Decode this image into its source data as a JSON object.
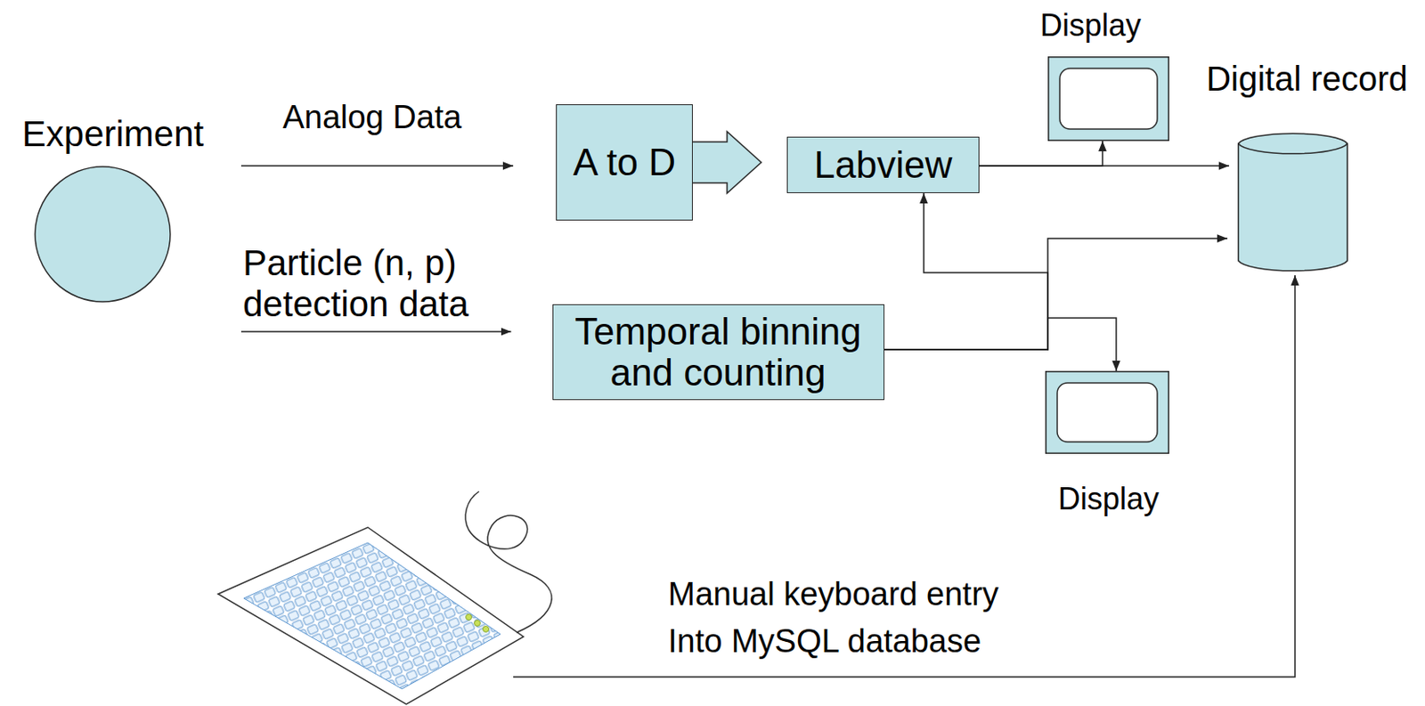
{
  "diagram": {
    "nodes": [
      {
        "text": [
          "Experiment"
        ]
      },
      {
        "text": [
          "A to D"
        ]
      },
      {
        "text": [
          "Labview"
        ]
      },
      {
        "text": [
          "Display"
        ]
      },
      {
        "text": [
          "Digital record"
        ]
      },
      {
        "text": [
          "Temporal binning and counting"
        ]
      },
      {
        "text": [
          "Display"
        ]
      }
    ],
    "edges": [
      {
        "from": 0,
        "to": 1,
        "label": "Analog Data",
        "arrow": "to"
      },
      {
        "from": 0,
        "to": 5,
        "label": "Particle (n, p) detection data",
        "arrow": "to"
      },
      {
        "from": 1,
        "to": 2,
        "arrow": "to"
      },
      {
        "from": 2,
        "to": 4,
        "arrow": "to"
      },
      {
        "from": 2,
        "to": 3,
        "arrow": "to"
      },
      {
        "from": 5,
        "to": 4,
        "arrow": "to"
      },
      {
        "from": 5,
        "to": 2,
        "arrow": "to"
      },
      {
        "from": 5,
        "to": 6,
        "arrow": "to"
      }
    ],
    "labels": [
      "Manual keyboard entry Into MySQL database"
    ]
  }
}
